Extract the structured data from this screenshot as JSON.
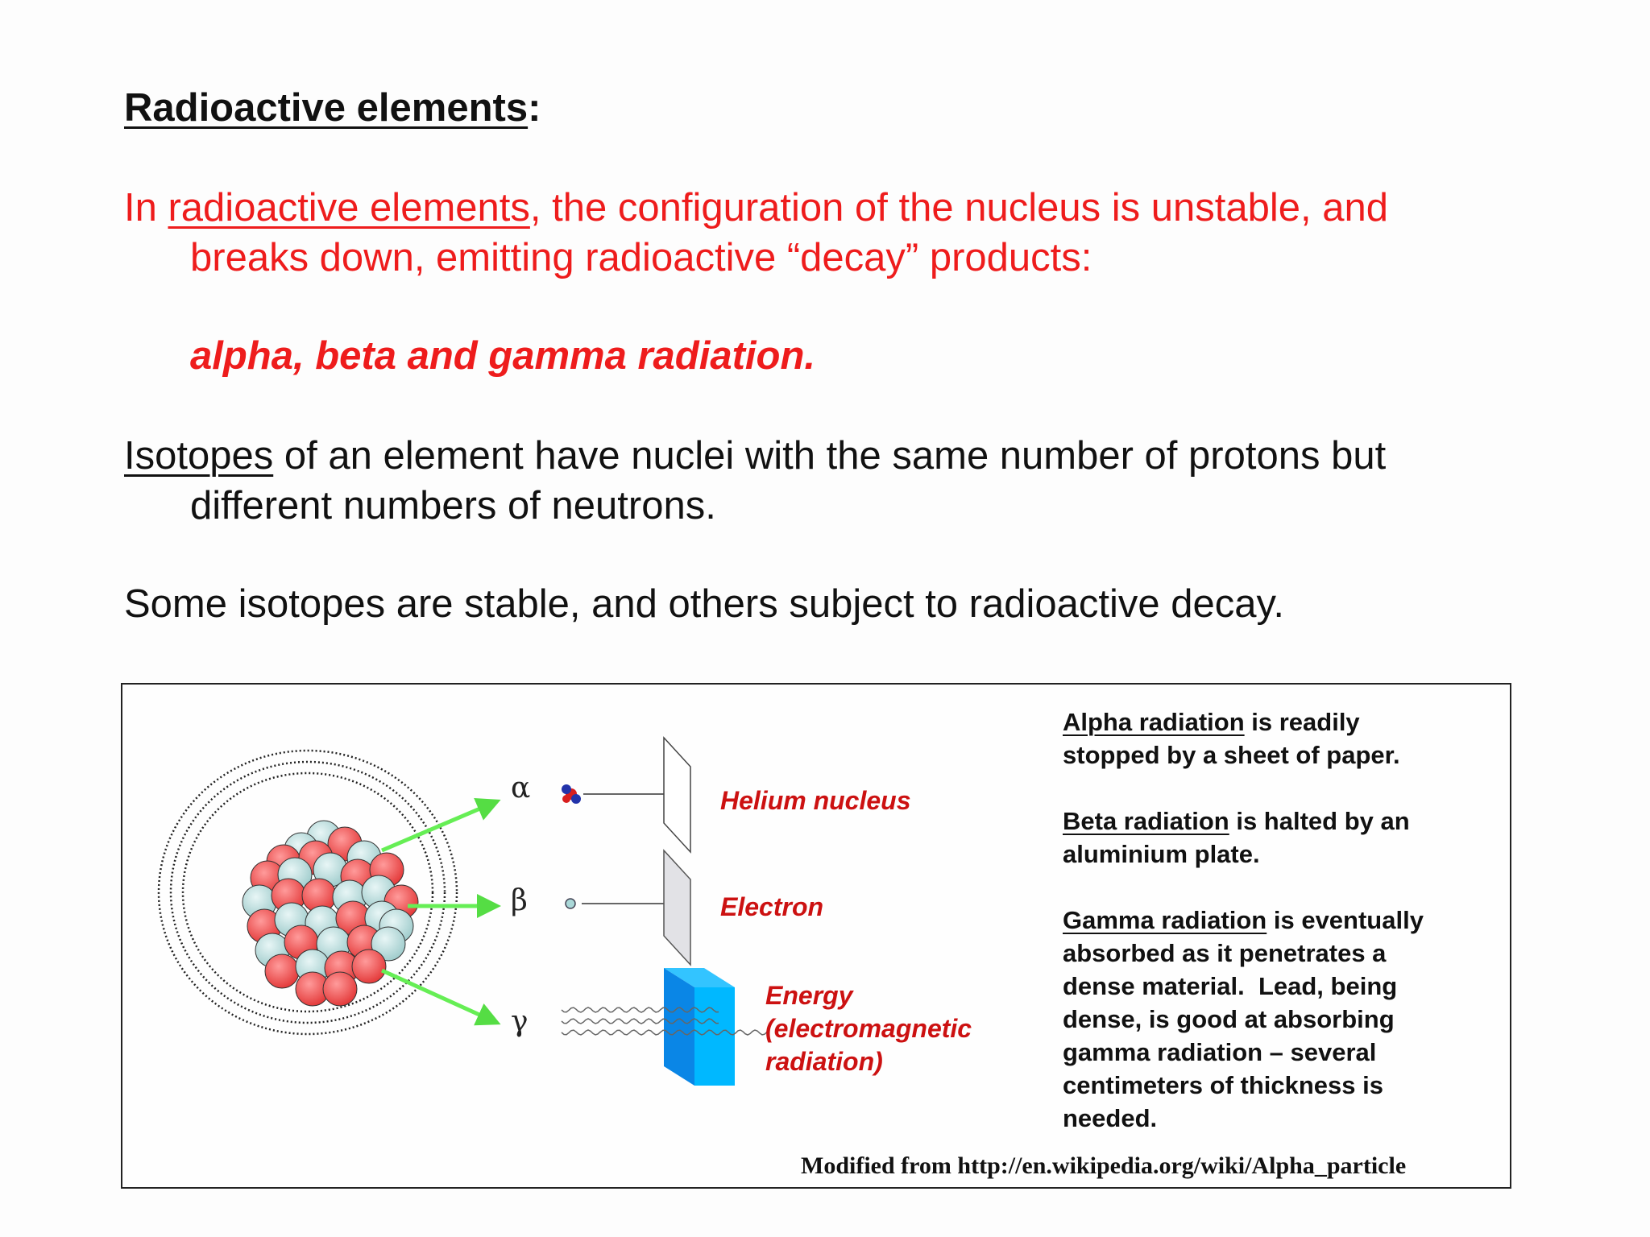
{
  "heading": {
    "text": "Radioactive elements",
    "suffix": ":"
  },
  "paragraph1": {
    "lead": "In ",
    "term": "radioactive elements",
    "rest_line1": ", the configuration of the nucleus is unstable, and",
    "line2": "breaks down, emitting radioactive “decay” products:",
    "emphasis": "alpha, beta and gamma radiation."
  },
  "paragraph2": {
    "term": "Isotopes",
    "rest_line1": " of an element have nuclei with the same number of protons but",
    "line2": "different numbers of neutrons."
  },
  "paragraph3": {
    "text": "Some isotopes are stable, and others subject to radioactive decay."
  },
  "figure": {
    "symbols": {
      "alpha": "α",
      "beta": "β",
      "gamma": "γ"
    },
    "labels": {
      "helium": "Helium nucleus",
      "electron": "Electron",
      "energy_line1": "Energy",
      "energy_line2": "(electromagnetic",
      "energy_line3": "radiation)"
    },
    "notes": {
      "alpha_term": "Alpha radiation",
      "alpha_rest1": " is readily",
      "alpha_rest2": "stopped by a sheet of paper.",
      "beta_term": "Beta radiation",
      "beta_rest1": " is halted by an",
      "beta_rest2": "aluminium plate.",
      "gamma_term": "Gamma radiation",
      "gamma_rest1": " is eventually",
      "gamma_lines": [
        "absorbed as it penetrates a",
        "dense material.  Lead, being",
        "dense, is good at absorbing",
        "gamma radiation – several",
        "centimeters of thickness is",
        "needed."
      ]
    },
    "credit": "Modified from http://en.wikipedia.org/wiki/Alpha_particle",
    "colors": {
      "proton": "#ee4444",
      "neutron": "#b8dede",
      "arrow": "#66ee55",
      "lead_block_front": "#00aaff",
      "lead_block_side": "#0077dd",
      "label_red": "#cc1111"
    }
  }
}
